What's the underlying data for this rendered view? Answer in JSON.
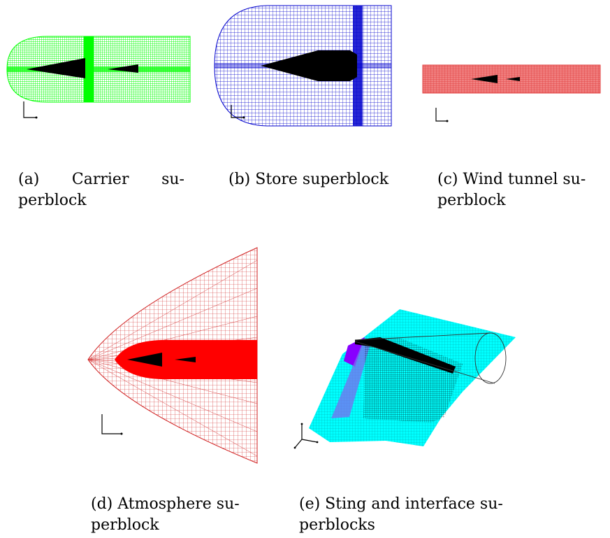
{
  "figures": {
    "a": {
      "caption_line1": [
        "(a)",
        "Carrier",
        "su-"
      ],
      "caption_line2": "perblock",
      "mesh_color": "#00ff00"
    },
    "b": {
      "caption_line1": "(b) Store superblock",
      "mesh_color": "#0000cc"
    },
    "c": {
      "caption_line1": "(c) Wind tunnel su-",
      "caption_line2": "perblock",
      "mesh_color": "#e03c3c"
    },
    "d": {
      "caption_line1": "(d) Atmosphere su-",
      "caption_line2": "perblock",
      "mesh_color": "#ff0000"
    },
    "e": {
      "caption_line1": "(e) Sting and interface su-",
      "caption_line2": "perblocks",
      "mesh_color": "#00ffff",
      "accent_color": "#8800ff"
    }
  },
  "colors": {
    "body_black": "#000000",
    "line_grey": "#555555"
  }
}
